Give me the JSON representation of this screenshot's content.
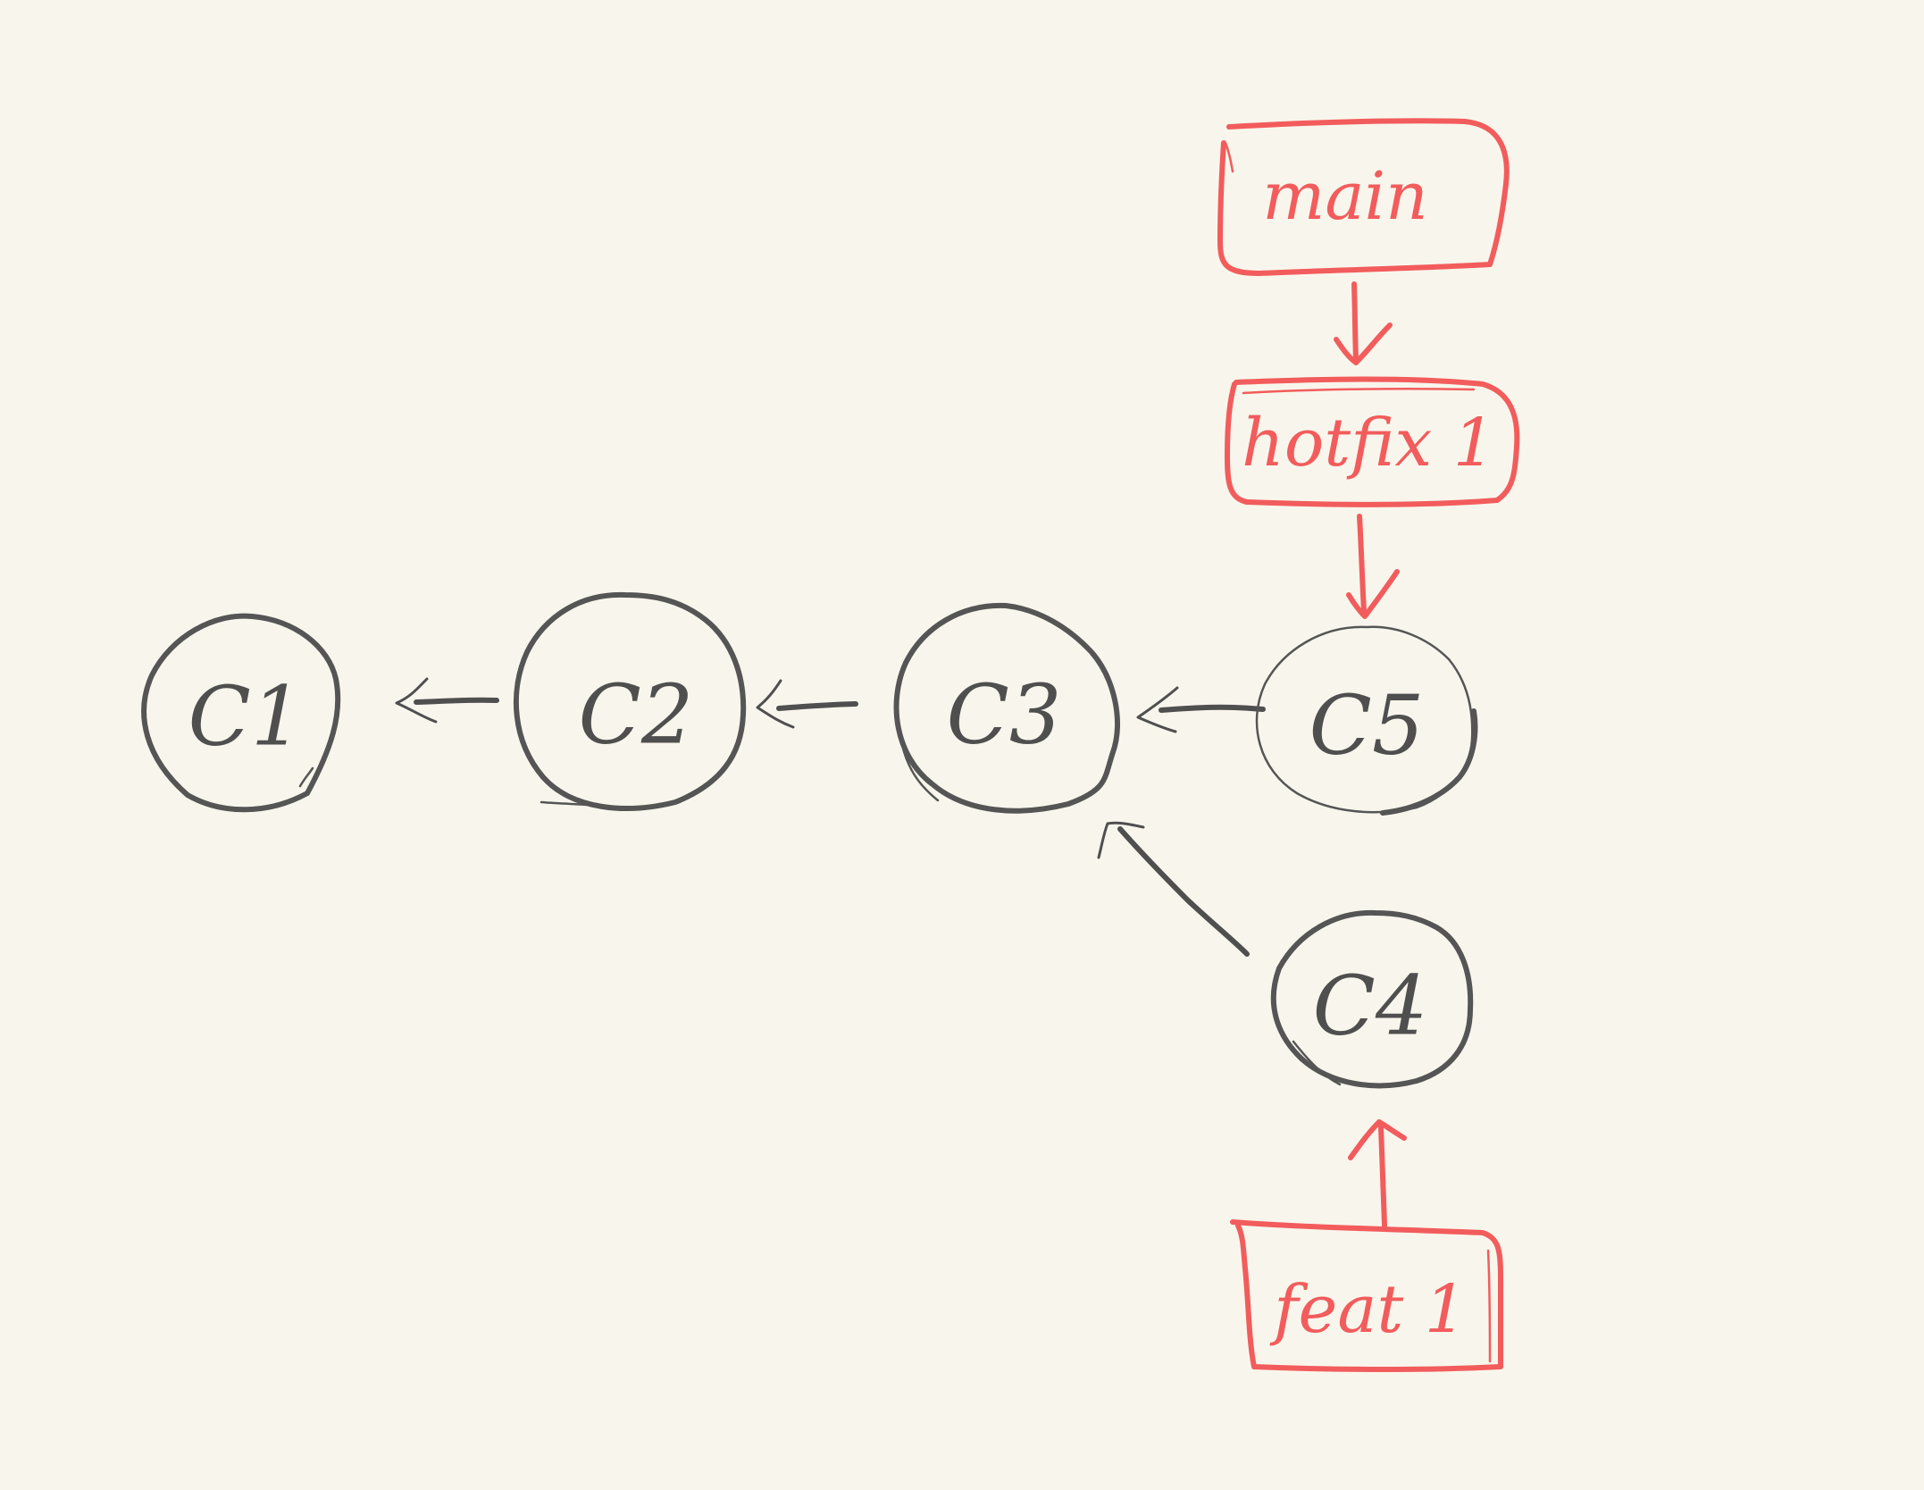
{
  "diagram": {
    "commits": [
      {
        "id": "c1",
        "label": "C1"
      },
      {
        "id": "c2",
        "label": "C2"
      },
      {
        "id": "c3",
        "label": "C3"
      },
      {
        "id": "c4",
        "label": "C4"
      },
      {
        "id": "c5",
        "label": "C5"
      }
    ],
    "branches": [
      {
        "id": "main",
        "label": "main"
      },
      {
        "id": "hotfix",
        "label": "hotfix 1"
      },
      {
        "id": "feat",
        "label": "feat 1"
      }
    ],
    "edges": [
      {
        "from": "c2",
        "to": "c1"
      },
      {
        "from": "c3",
        "to": "c2"
      },
      {
        "from": "c5",
        "to": "c3"
      },
      {
        "from": "c4",
        "to": "c3"
      },
      {
        "from": "main",
        "to": "hotfix"
      },
      {
        "from": "hotfix",
        "to": "c5"
      },
      {
        "from": "feat",
        "to": "c4"
      }
    ],
    "colors": {
      "background": "#f8f6ec",
      "commit_stroke": "#555555",
      "branch_stroke": "#f25c5c"
    }
  }
}
